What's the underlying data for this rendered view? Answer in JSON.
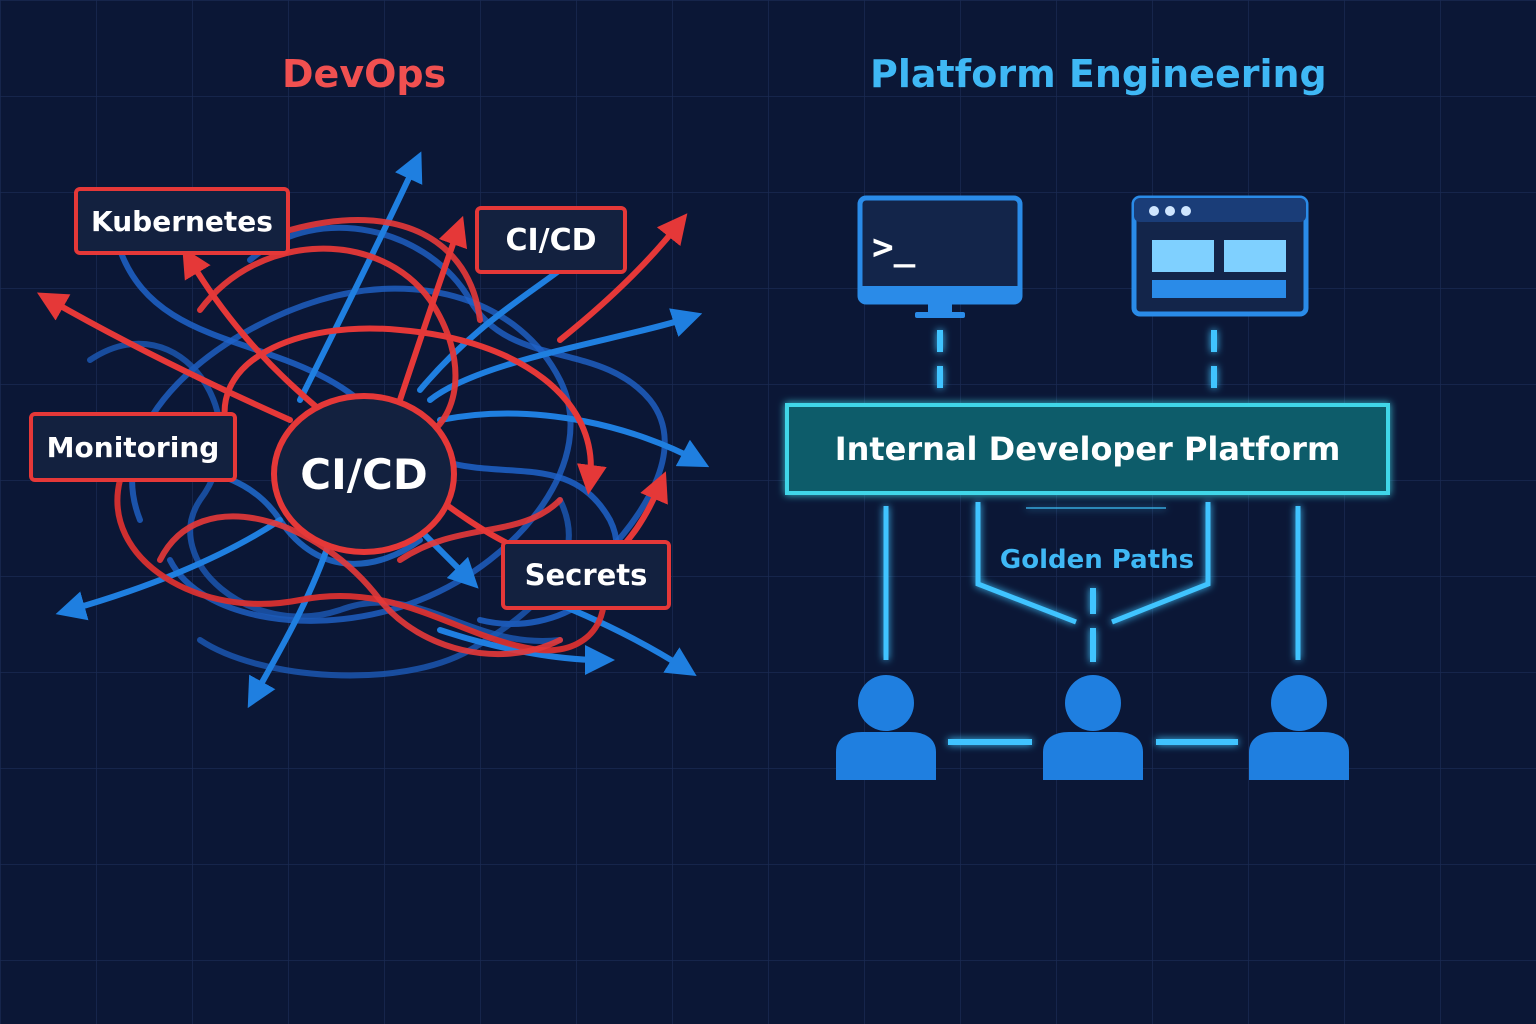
{
  "left": {
    "title": "DevOps",
    "labels": {
      "kubernetes": "Kubernetes",
      "cicd_top": "CI/CD",
      "monitoring": "Monitoring",
      "cicd_center": "CI/CD",
      "secrets": "Secrets"
    }
  },
  "right": {
    "title": "Platform Engineering",
    "terminal_prompt": ">_",
    "platform": "Internal Developer Platform",
    "golden_paths": "Golden Paths"
  },
  "colors": {
    "background": "#0b1736",
    "red": "#e53838",
    "blue": "#1f7fe0",
    "cyan": "#3fc4ff",
    "teal_box": "#0f5c6b"
  },
  "icons": [
    "terminal-icon",
    "dashboard-window-icon",
    "user-icon"
  ]
}
